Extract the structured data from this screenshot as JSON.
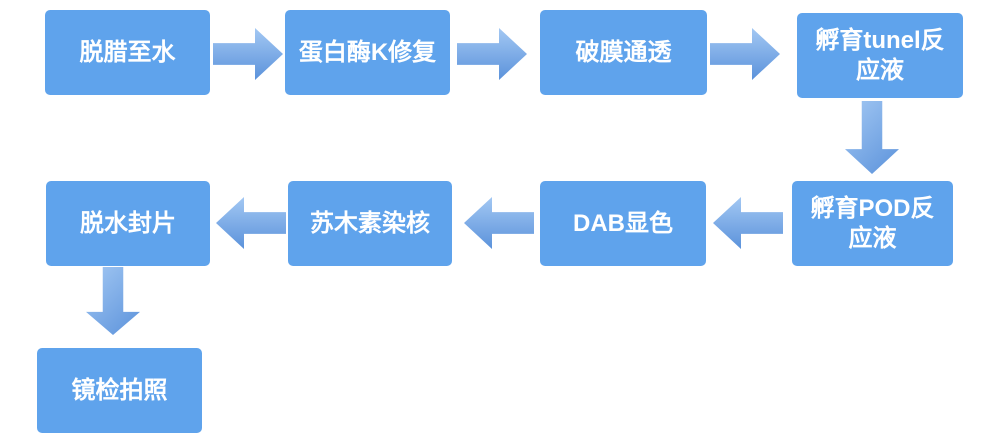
{
  "diagram": {
    "type": "flowchart",
    "flow_pattern": "serpentine",
    "node_fill_color": "#5FA3EC",
    "node_text_color": "#FFFFFF",
    "arrow_gradient_light": "#A3C8F3",
    "arrow_gradient_dark": "#5B92DB",
    "background_color": "#FFFFFF",
    "steps": [
      {
        "order": 1,
        "label": "脱腊至水"
      },
      {
        "order": 2,
        "label": "蛋白酶K修复"
      },
      {
        "order": 3,
        "label": "破膜通透"
      },
      {
        "order": 4,
        "label": "孵育tunel反应液"
      },
      {
        "order": 5,
        "label": "孵育POD反应液"
      },
      {
        "order": 6,
        "label": "DAB显色"
      },
      {
        "order": 7,
        "label": "苏木素染核"
      },
      {
        "order": 8,
        "label": "脱水封片"
      },
      {
        "order": 9,
        "label": "镜检拍照"
      }
    ],
    "connections": [
      {
        "from": 1,
        "to": 2,
        "direction": "right"
      },
      {
        "from": 2,
        "to": 3,
        "direction": "right"
      },
      {
        "from": 3,
        "to": 4,
        "direction": "right"
      },
      {
        "from": 4,
        "to": 5,
        "direction": "down"
      },
      {
        "from": 5,
        "to": 6,
        "direction": "left"
      },
      {
        "from": 6,
        "to": 7,
        "direction": "left"
      },
      {
        "from": 7,
        "to": 8,
        "direction": "left"
      },
      {
        "from": 8,
        "to": 9,
        "direction": "down"
      }
    ]
  }
}
